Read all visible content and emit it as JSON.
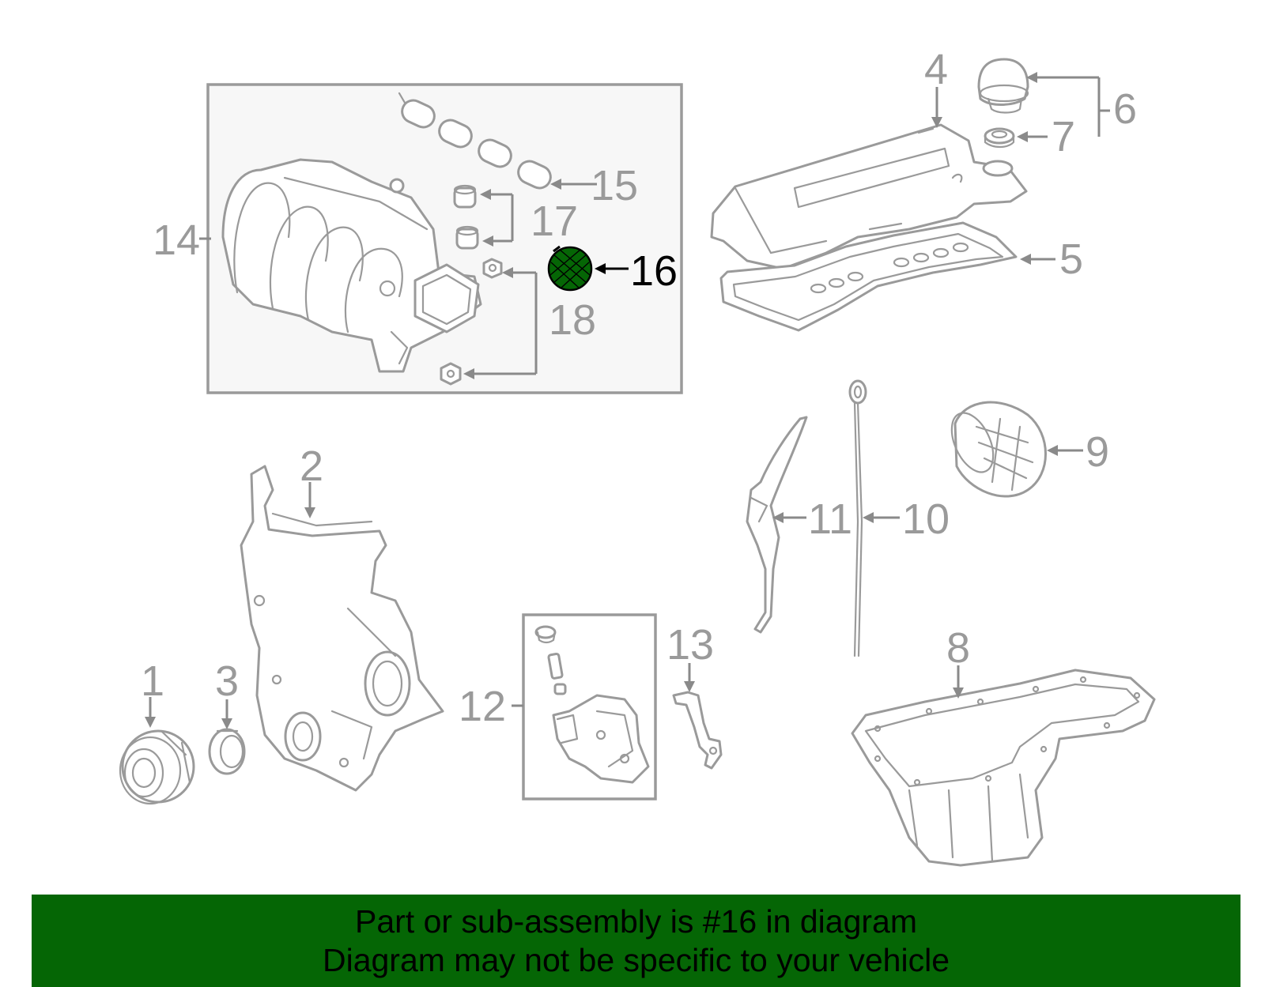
{
  "diagram": {
    "highlight_color": "#056605",
    "line_color": "#9a9a9a",
    "callouts": {
      "c1": "1",
      "c2": "2",
      "c3": "3",
      "c4": "4",
      "c5": "5",
      "c6": "6",
      "c7": "7",
      "c8": "8",
      "c9": "9",
      "c10": "10",
      "c11": "11",
      "c12": "12",
      "c13": "13",
      "c14": "14",
      "c15": "15",
      "c16": "16",
      "c17": "17",
      "c18": "18"
    },
    "highlighted_part": "16"
  },
  "banner": {
    "line1": "Part or sub-assembly is #16 in diagram",
    "line2": "Diagram may not be specific to your vehicle",
    "background": "#056605"
  }
}
